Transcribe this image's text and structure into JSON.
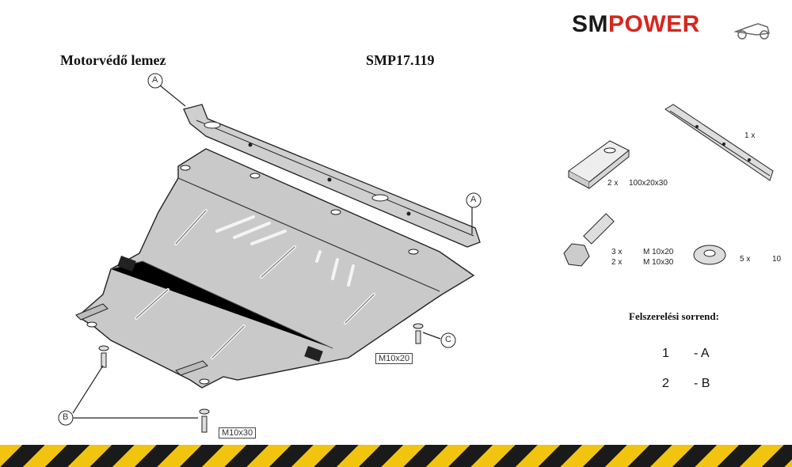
{
  "header": {
    "title": "Motorvédő lemez",
    "code": "SMP17.119",
    "logo_sm": "SM",
    "logo_power": "POWER"
  },
  "diagram": {
    "labels": {
      "a_top": "A",
      "a_right": "A",
      "b": "B",
      "c": "C"
    },
    "callouts": {
      "m10x20": "M10x20",
      "m10x30": "M10x30"
    }
  },
  "parts": {
    "bracket_qty": "1 x",
    "spacer_qty": "2 x",
    "spacer_size": "100x20x30",
    "bolt_qty_1": "3 x",
    "bolt_size_1": "M 10x20",
    "bolt_qty_2": "2 x",
    "bolt_size_2": "M 10x30",
    "washer_qty": "5 x",
    "washer_size": "10"
  },
  "order": {
    "title": "Felszerelési sorrend:",
    "steps": [
      {
        "num": "1",
        "part": "- A"
      },
      {
        "num": "2",
        "part": "- B"
      }
    ]
  },
  "colors": {
    "logo_red": "#d7261e",
    "stripe_yellow": "#f1c40f",
    "stripe_black": "#1a1a1a",
    "plate_fill": "#c9c9c9"
  }
}
